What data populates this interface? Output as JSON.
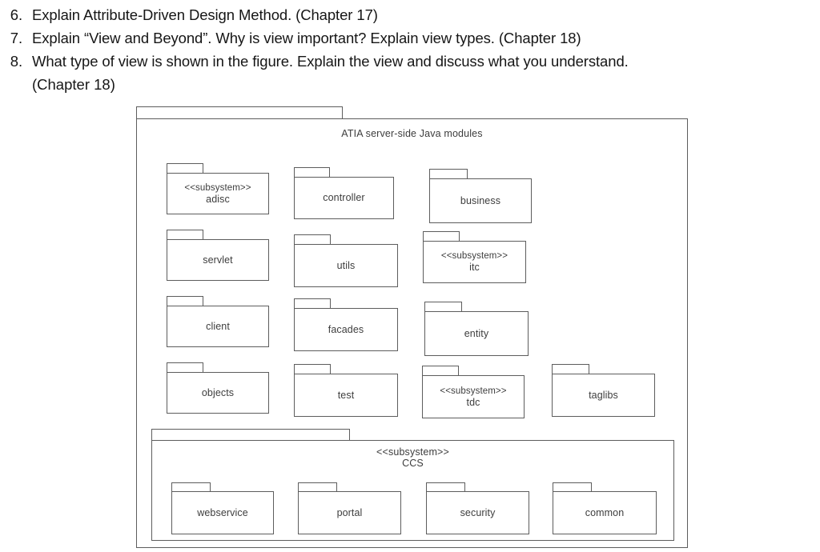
{
  "document": {
    "questions": [
      {
        "number": "6.",
        "text": "Explain Attribute-Driven Design Method. (Chapter 17)",
        "continuation": ""
      },
      {
        "number": "7.",
        "text": "Explain “View and Beyond”. Why is view important? Explain view types. (Chapter 18)",
        "continuation": ""
      },
      {
        "number": "8.",
        "text": "What type of view is shown in the figure. Explain the view and discuss what you understand.",
        "continuation": "(Chapter 18)"
      }
    ]
  },
  "diagram": {
    "type": "uml-package-diagram",
    "outer_package": {
      "name": "ATIA server-side Java modules",
      "stereotype": ""
    },
    "packages": [
      {
        "id": "adisc",
        "stereotype": "<<subsystem>>",
        "name": "adisc",
        "row": 1,
        "col": 1
      },
      {
        "id": "controller",
        "stereotype": "",
        "name": "controller",
        "row": 1,
        "col": 2
      },
      {
        "id": "business",
        "stereotype": "",
        "name": "business",
        "row": 1,
        "col": 3
      },
      {
        "id": "servlet",
        "stereotype": "",
        "name": "servlet",
        "row": 2,
        "col": 1
      },
      {
        "id": "utils",
        "stereotype": "",
        "name": "utils",
        "row": 2,
        "col": 2
      },
      {
        "id": "itc",
        "stereotype": "<<subsystem>>",
        "name": "itc",
        "row": 2,
        "col": 3
      },
      {
        "id": "client",
        "stereotype": "",
        "name": "client",
        "row": 3,
        "col": 1
      },
      {
        "id": "facades",
        "stereotype": "",
        "name": "facades",
        "row": 3,
        "col": 2
      },
      {
        "id": "entity",
        "stereotype": "",
        "name": "entity",
        "row": 3,
        "col": 3
      },
      {
        "id": "objects",
        "stereotype": "",
        "name": "objects",
        "row": 4,
        "col": 1
      },
      {
        "id": "test",
        "stereotype": "",
        "name": "test",
        "row": 4,
        "col": 2
      },
      {
        "id": "tdc",
        "stereotype": "<<subsystem>>",
        "name": "tdc",
        "row": 4,
        "col": 3
      },
      {
        "id": "taglibs",
        "stereotype": "",
        "name": "taglibs",
        "row": 4,
        "col": 4
      }
    ],
    "ccs_subsystem": {
      "stereotype": "<<subsystem>>",
      "name": "CCS",
      "packages": [
        {
          "id": "webservice",
          "stereotype": "",
          "name": "webservice"
        },
        {
          "id": "portal",
          "stereotype": "",
          "name": "portal"
        },
        {
          "id": "security",
          "stereotype": "",
          "name": "security"
        },
        {
          "id": "common",
          "stereotype": "",
          "name": "common"
        }
      ]
    },
    "colors": {
      "line": "#5d5d5d",
      "text": "#3d3d3d",
      "background": "#ffffff"
    }
  }
}
